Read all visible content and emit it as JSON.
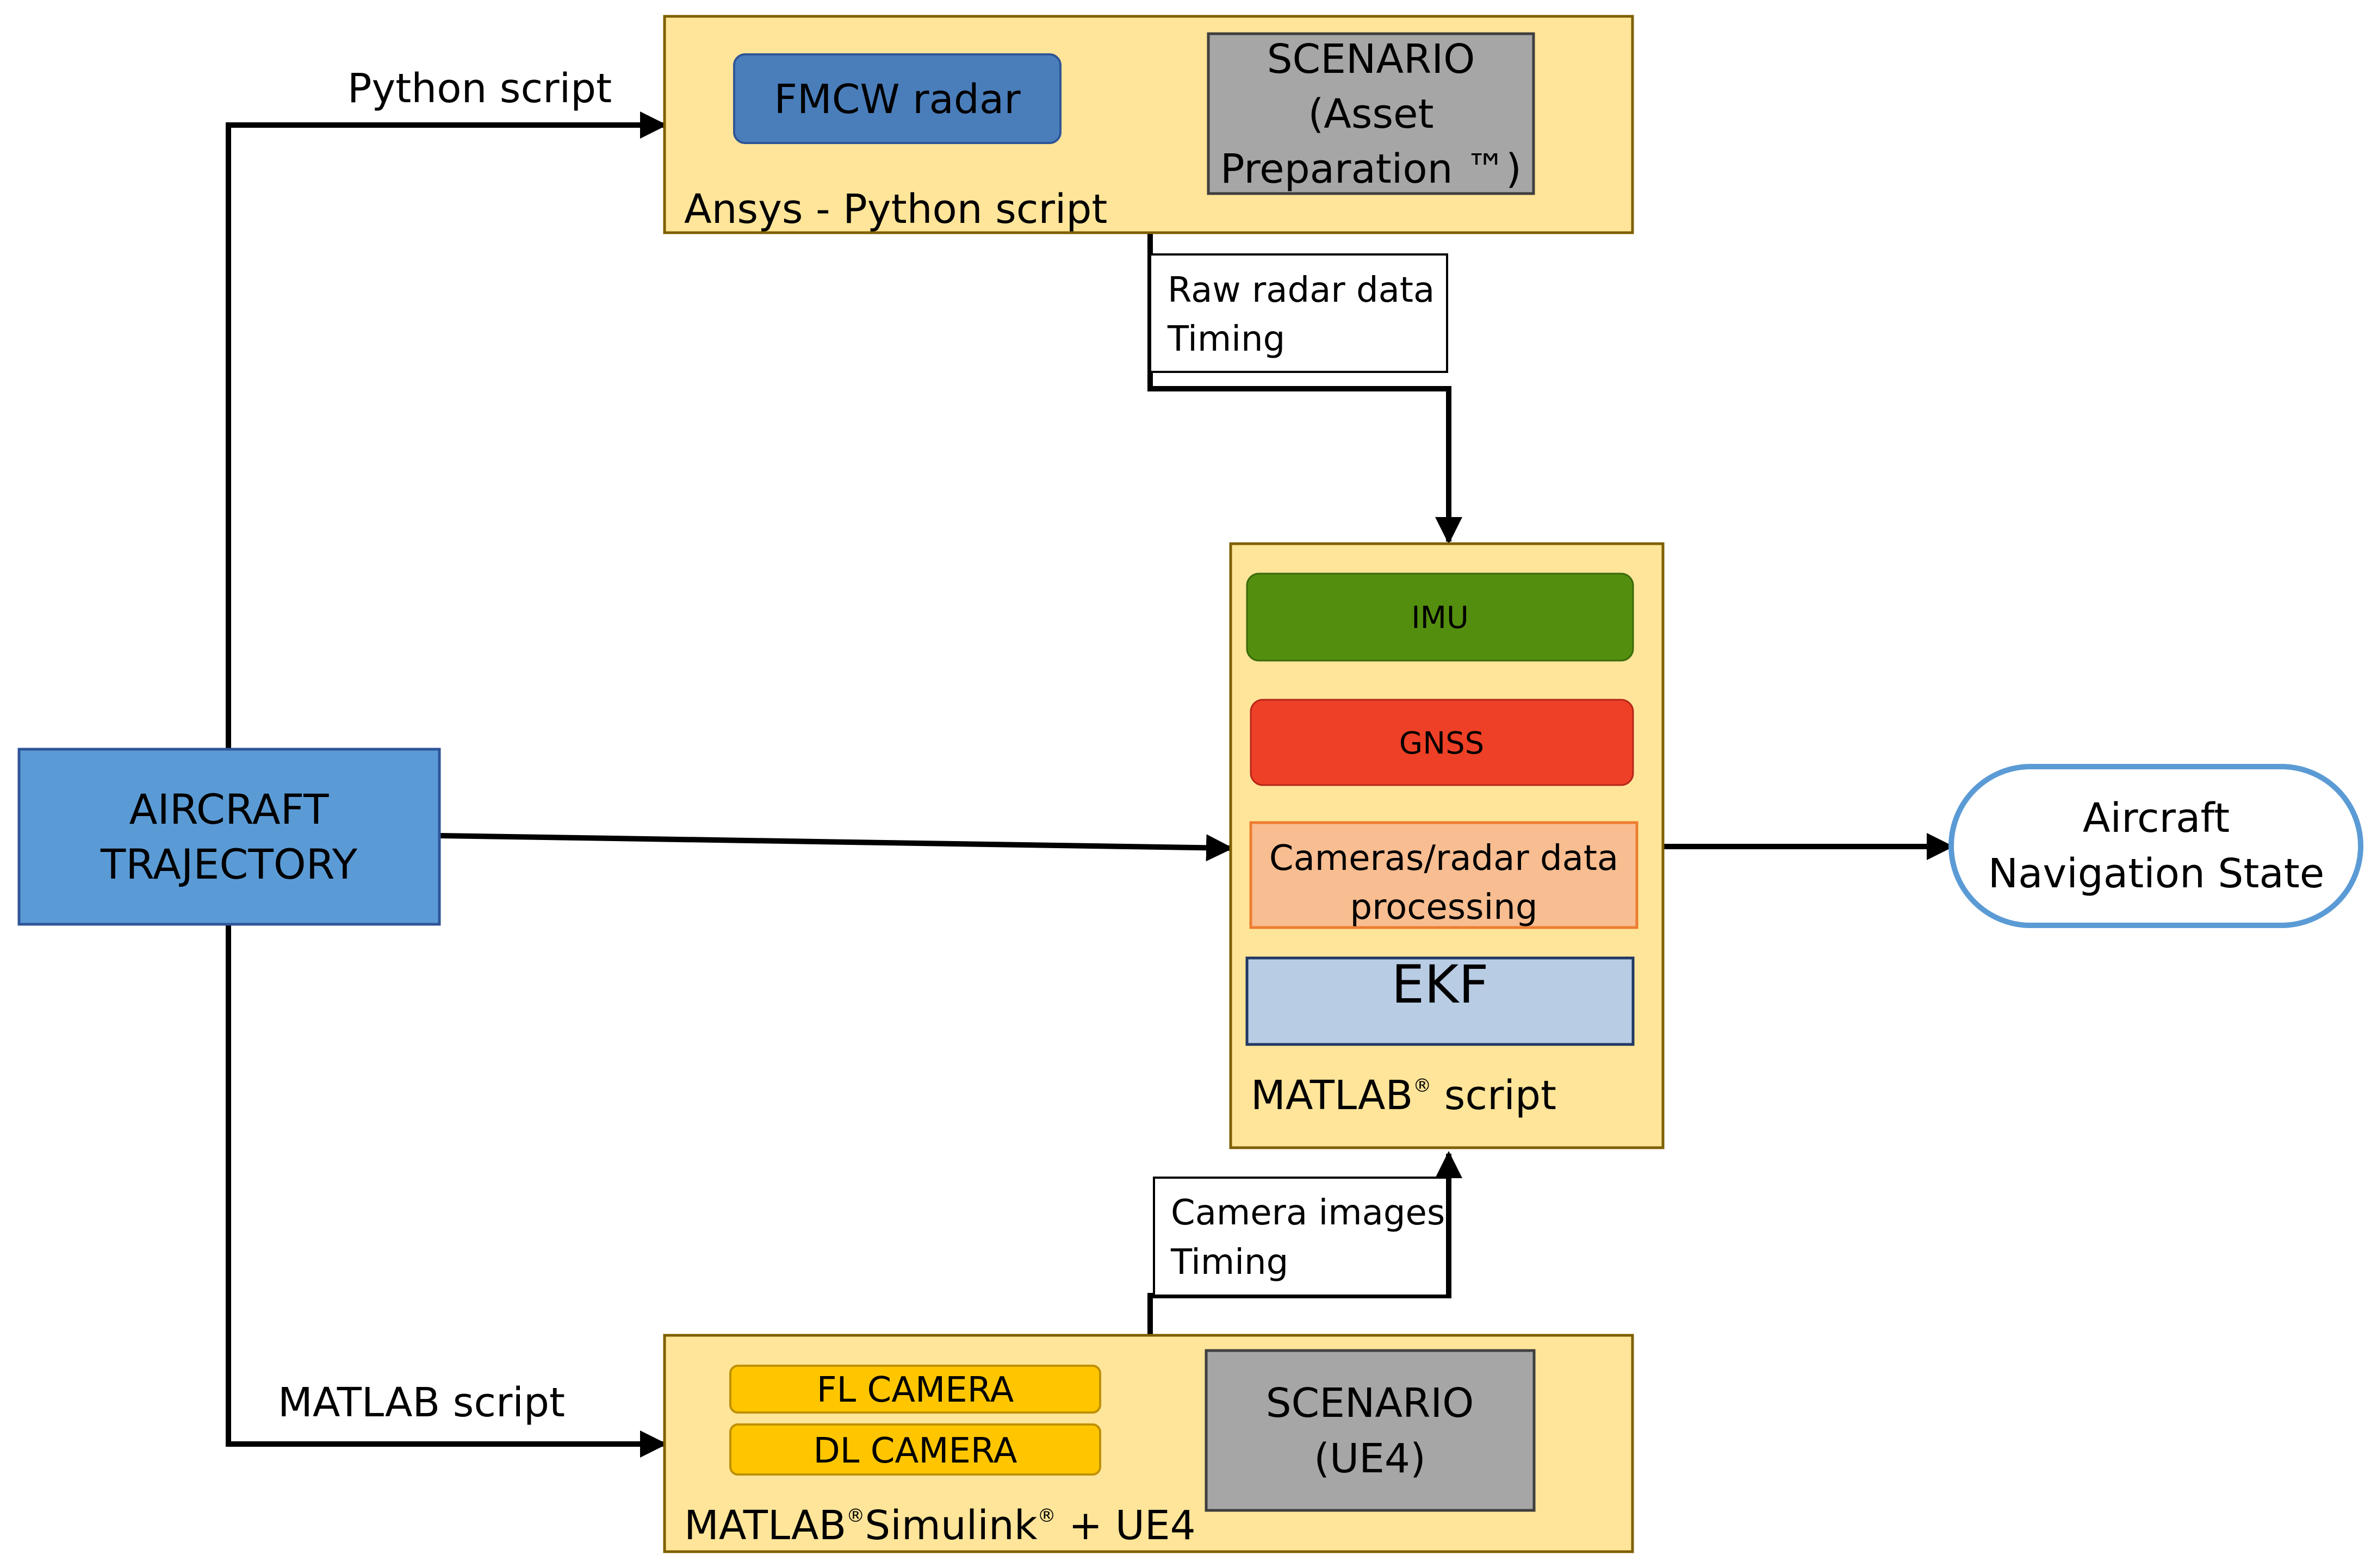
{
  "aircraft_trajectory": {
    "line1": "AIRCRAFT",
    "line2": "TRAJECTORY"
  },
  "edge_labels": {
    "python": "Python script",
    "matlab": "MATLAB script"
  },
  "ansys": {
    "fmcw": "FMCW radar",
    "scenario_line1": "SCENARIO",
    "scenario_line2": "(Asset",
    "scenario_line3": "Preparation ™)",
    "container_label": "Ansys - Python script"
  },
  "raw_radar": {
    "line1": "Raw radar data",
    "line2": "Timing"
  },
  "matlab_processor": {
    "imu": "IMU",
    "gnss": "GNSS",
    "cams_line1": "Cameras/radar data",
    "cams_line2": "processing",
    "ekf": "EKF",
    "label_main": "MATLAB",
    "label_reg": "®",
    "label_rest": " script"
  },
  "camera_images": {
    "line1": "Camera images",
    "line2": "Timing"
  },
  "simulink": {
    "fl_camera": "FL CAMERA",
    "dl_camera": "DL CAMERA",
    "scenario_line1": "SCENARIO",
    "scenario_line2": "(UE4)",
    "label_matlab": "MATLAB",
    "label_reg1": "®",
    "label_simulink": "Simulink",
    "label_reg2": "®",
    "label_rest": " + UE4"
  },
  "output": {
    "line1": "Aircraft",
    "line2": "Navigation State"
  },
  "colors": {
    "container_fill": "#FFE599",
    "container_stroke": "#7F6000",
    "trajectory_fill": "#5B9BD5",
    "fmcw_fill": "#4A7EBB",
    "scenario_fill": "#A6A6A6",
    "imu_fill": "#548E0F",
    "gnss_fill": "#EE4026",
    "cams_fill": "#F8BD90",
    "ekf_fill": "#B8CCE4",
    "camera_fill": "#FFC600",
    "output_stroke": "#5B9BD5"
  }
}
